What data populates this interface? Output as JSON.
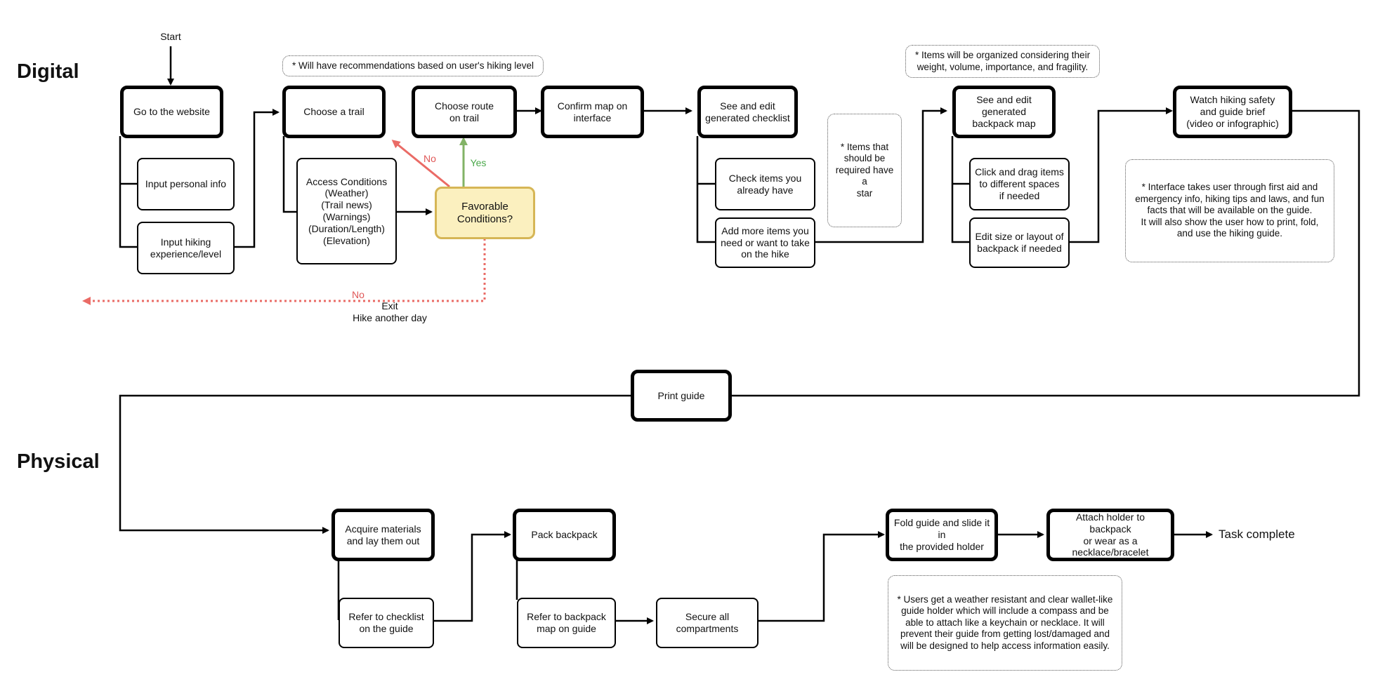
{
  "sections": {
    "digital": "Digital",
    "physical": "Physical"
  },
  "labels": {
    "start": "Start",
    "no_top": "No",
    "yes": "Yes",
    "no_exit": "No",
    "exit": "Exit\nHike another day",
    "task_complete": "Task complete"
  },
  "nodes": {
    "go_website": "Go to the website",
    "input_personal": "Input personal info",
    "input_hiking": "Input hiking\nexperience/level",
    "choose_trail": "Choose a trail",
    "access_conditions": "Access Conditions\n(Weather)\n(Trail news)\n(Warnings)\n(Duration/Length)\n(Elevation)",
    "favorable": "Favorable\nConditions?",
    "choose_route": "Choose route\non trail",
    "confirm_map": "Confirm map on\ninterface",
    "see_checklist": "See and edit\ngenerated checklist",
    "check_items": "Check items you\nalready have",
    "add_items": "Add more items you\nneed or want to take\non the hike",
    "see_backpack": "See and edit\ngenerated\nbackpack map",
    "click_drag": "Click and drag items\nto different spaces\nif needed",
    "edit_size": "Edit size or layout of\nbackpack if needed",
    "watch_safety": "Watch hiking safety\nand guide brief\n(video or infographic)",
    "print_guide": "Print guide",
    "acquire": "Acquire materials\nand lay them out",
    "refer_checklist": "Refer to checklist\non the guide",
    "pack_backpack": "Pack backpack",
    "refer_map": "Refer to backpack\nmap on guide",
    "secure": "Secure all\ncompartments",
    "fold_guide": "Fold guide and slide it in\nthe provided holder",
    "attach_holder": "Attach holder to backpack\nor wear as a\nnecklace/bracelet"
  },
  "notes": {
    "recommendations": "* Will have recommendations based on user's hiking level",
    "organized": "* Items will be organized considering their\nweight, volume, importance, and fragility.",
    "star": "* Items that\nshould be\nrequired have a\nstar",
    "interface": "* Interface takes user through first aid and\nemergency info, hiking tips and laws, and fun\nfacts that will be available on the guide.\nIt will also show the user how to print, fold,\nand use the hiking guide.",
    "holder": "* Users get a weather resistant and clear wallet-like\nguide holder which will include a compass and be\nable to attach like a keychain or necklace. It will\nprevent their guide from getting lost/damaged and\nwill be designed to help access information easily."
  },
  "colors": {
    "yes": "#82b366",
    "no": "#ea6b66",
    "decision_fill": "#fbf0bf",
    "decision_border": "#d6b656"
  }
}
